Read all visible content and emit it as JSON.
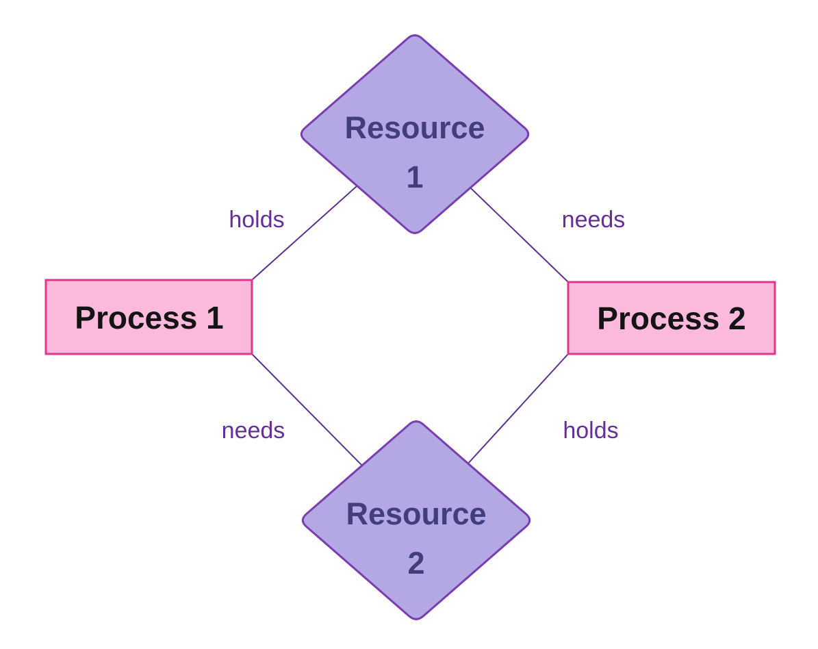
{
  "diagram": {
    "type": "resource-allocation-deadlock-graph",
    "background": "#ffffff",
    "nodes": {
      "resource1": {
        "line1": "Resource",
        "line2": "1",
        "shape": "diamond"
      },
      "resource2": {
        "line1": "Resource",
        "line2": "2",
        "shape": "diamond"
      },
      "process1": {
        "label": "Process 1",
        "shape": "rectangle"
      },
      "process2": {
        "label": "Process 2",
        "shape": "rectangle"
      }
    },
    "edges": {
      "p1_holds_r1": {
        "from": "process1",
        "to": "resource1",
        "label": "holds"
      },
      "p2_needs_r1": {
        "from": "process2",
        "to": "resource1",
        "label": "needs"
      },
      "p1_needs_r2": {
        "from": "process1",
        "to": "resource2",
        "label": "needs"
      },
      "p2_holds_r2": {
        "from": "process2",
        "to": "resource2",
        "label": "holds"
      }
    },
    "colors": {
      "resource_fill": "#b3a7e4",
      "resource_border": "#7a3daf",
      "resource_text": "#423e7e",
      "process_fill": "#fbb9dc",
      "process_border": "#e0368f",
      "process_text": "#141414",
      "edge_line": "#5c2d91",
      "edge_label_text": "#662e9a"
    }
  }
}
